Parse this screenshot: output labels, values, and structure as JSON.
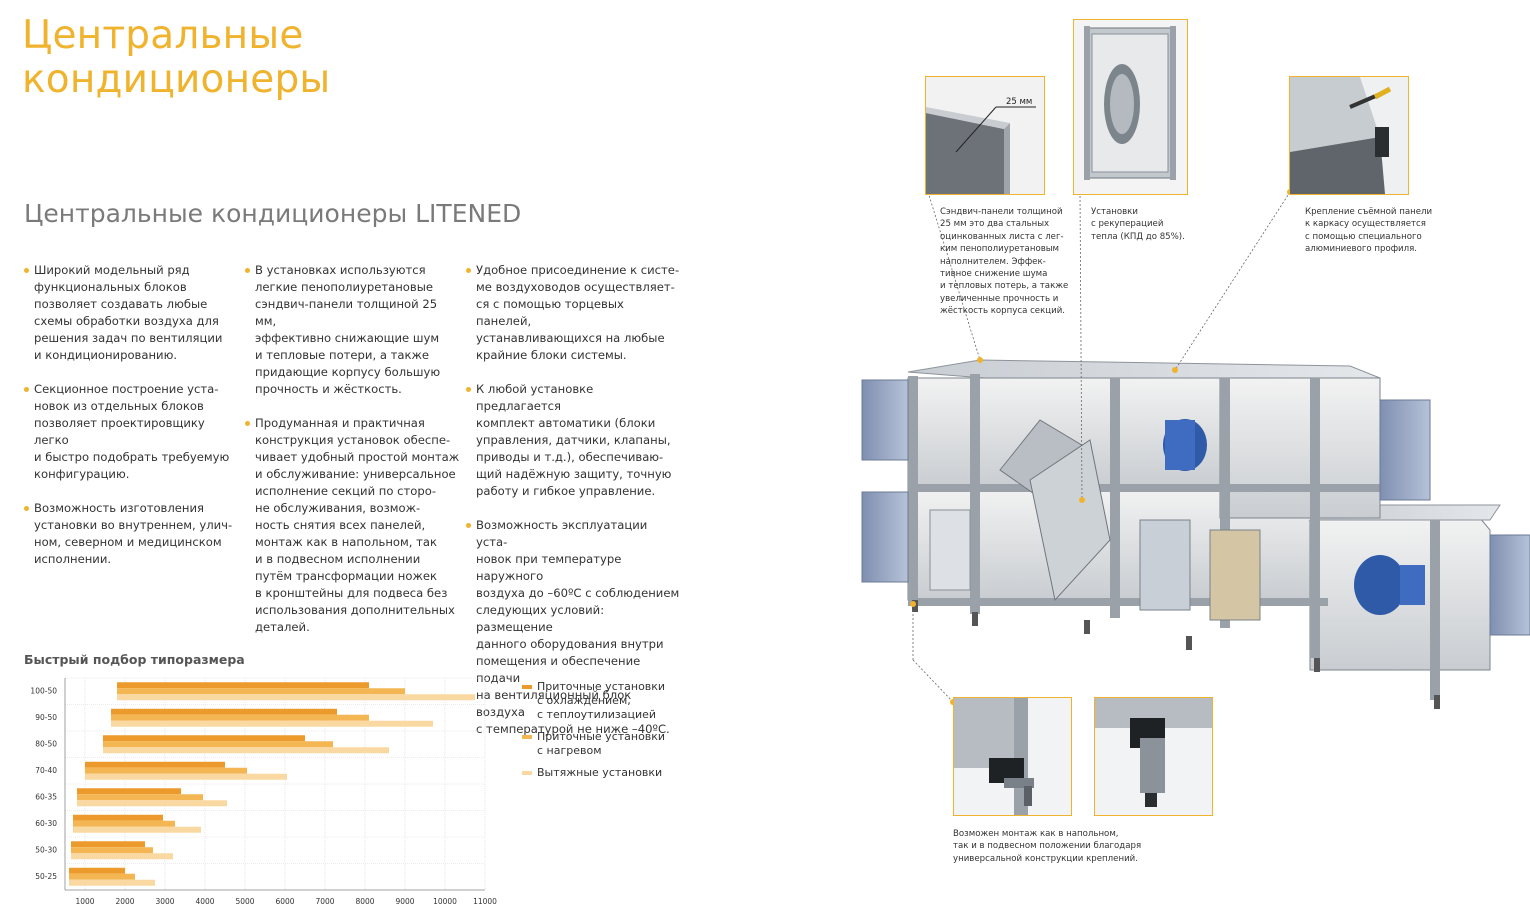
{
  "header": {
    "title_line1": "Центральные",
    "title_line2": "кондиционеры",
    "subtitle": "Центральные кондиционеры LITENED"
  },
  "columns": [
    [
      "Широкий модельный ряд\nфункциональных блоков\nпозволяет создавать любые\nсхемы обработки воздуха для\nрешения задач по вентиляции\nи кондиционированию.",
      "Секционное построение уста-\nновок из отдельных блоков\nпозволяет проектировщику легко\nи быстро подобрать требуемую\nконфигурацию.",
      "Возможность изготовления\nустановки во внутреннем, улич-\nном, северном и медицинском\nисполнении."
    ],
    [
      "В установках используются\nлегкие пенополиуретановые\nсэндвич-панели толщиной 25 мм,\nэффективно снижающие шум\nи тепловые потери, а также\nпридающие корпусу большую\nпрочность и жёсткость.",
      "Продуманная и практичная\nконструкция установок обеспе-\nчивает удобный простой монтаж\nи обслуживание: универсальное\nисполнение секций по сторо-\nне обслуживания, возмож-\nность снятия всех панелей,\nмонтаж как в напольном, так\nи в подвесном исполнении\nпутём трансформации ножек\nв кронштейны для подвеса без\nиспользования дополнительных\nдеталей."
    ],
    [
      "Удобное присоединение к систе-\nме воздуховодов осуществляет-\nся с помощью торцевых панелей,\nустанавливающихся на любые\nкрайние блоки системы.",
      "К любой установке предлагается\nкомплект автоматики (блоки\nуправления, датчики, клапаны,\nприводы и т.д.), обеспечиваю-\nщий надёжную защиту, точную\nработу и гибкое управление.",
      "Возможность эксплуатации уста-\nновок при температуре наружного\nвоздуха до –60ºС с соблюдением\nследующих условий: размещение\nданного оборудования внутри\nпомещения и обеспечение подачи\nна вентиляционный блок воздуха\nс температурой не ниже –40ºС."
    ]
  ],
  "chart_section": {
    "title": "Быстрый подбор типоразмера"
  },
  "chart_data": {
    "type": "bar",
    "orientation": "horizontal",
    "categories": [
      "100-50",
      "90-50",
      "80-50",
      "70-40",
      "60-35",
      "60-30",
      "50-30",
      "50-25"
    ],
    "series": [
      {
        "name": "Приточные установки\nс охлаждением,\nс теплоутилизацией",
        "color": "#eb9a2b",
        "ranges": [
          [
            1800,
            8100
          ],
          [
            1650,
            7300
          ],
          [
            1450,
            6500
          ],
          [
            1000,
            4500
          ],
          [
            800,
            3400
          ],
          [
            700,
            2950
          ],
          [
            650,
            2500
          ],
          [
            600,
            2000
          ]
        ]
      },
      {
        "name": "Приточные установки\nс нагревом",
        "color": "#f3b653",
        "ranges": [
          [
            1800,
            9000
          ],
          [
            1650,
            8100
          ],
          [
            1450,
            7200
          ],
          [
            1000,
            5050
          ],
          [
            800,
            3950
          ],
          [
            700,
            3250
          ],
          [
            650,
            2700
          ],
          [
            600,
            2250
          ]
        ]
      },
      {
        "name": "Вытяжные установки",
        "color": "#fad8a1",
        "ranges": [
          [
            1800,
            10750
          ],
          [
            1650,
            9700
          ],
          [
            1450,
            8600
          ],
          [
            1000,
            6050
          ],
          [
            800,
            4550
          ],
          [
            700,
            3900
          ],
          [
            650,
            3200
          ],
          [
            600,
            2750
          ]
        ]
      }
    ],
    "xticks": [
      "1000",
      "2000",
      "3000",
      "4000",
      "5000",
      "6000",
      "7000",
      "8000",
      "9000",
      "10000",
      "11000"
    ],
    "xlim": [
      500,
      11000
    ],
    "grid": true,
    "legend_position": "right"
  },
  "colors": {
    "accent": "#f0b32d",
    "text": "#333333",
    "subtitle": "#7a7a7a"
  },
  "figures": {
    "dim_label": "25 мм",
    "caption_panels": "Сэндвич-панели толщиной\n25 мм это два стальных\nоцинкованных листа с лег-\nким пенополиуретановым\nнаполнителем. Эффек-\nтивное снижение шума\nи тепловых потерь, а также\nувеличенные прочность и\nжёсткость корпуса секций.",
    "caption_recuperation": "Установки\nс рекуперацией\nтепла (КПД до 85%).",
    "caption_fastening": "Крепление съёмной панели\nк каркасу осуществляется\nс помощью специального\nалюминиевого профиля.",
    "caption_mounting": "Возможен монтаж как в напольном,\nтак и в подвесном положении благодаря\nуниверсальной конструкции креплений."
  }
}
